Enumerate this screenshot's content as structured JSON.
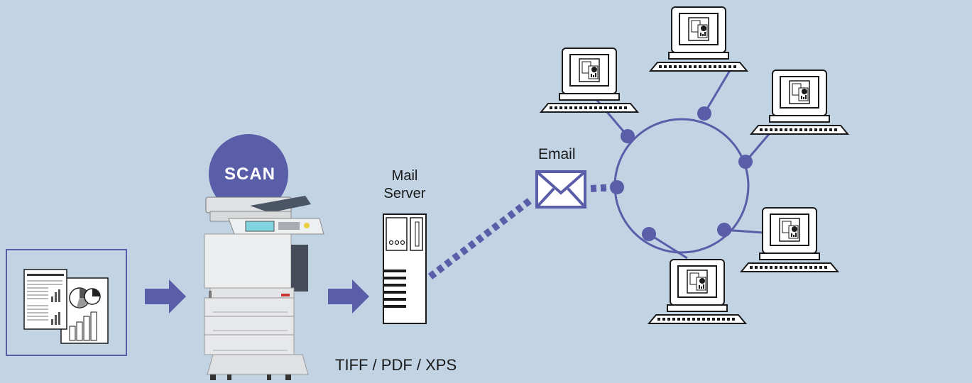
{
  "badge": {
    "text": "SCAN"
  },
  "labels": {
    "mail_server": [
      "Mail",
      "Server"
    ],
    "email": "Email",
    "formats": "TIFF / PDF / XPS"
  },
  "colors": {
    "background": "#c2d3e3",
    "accent": "#5a5da8",
    "outline": "#1a1a1a"
  },
  "icons": [
    "documents-icon",
    "arrow-right-icon",
    "mfp-printer-icon",
    "mail-server-icon",
    "envelope-icon",
    "network-ring-icon",
    "computer-icon"
  ]
}
